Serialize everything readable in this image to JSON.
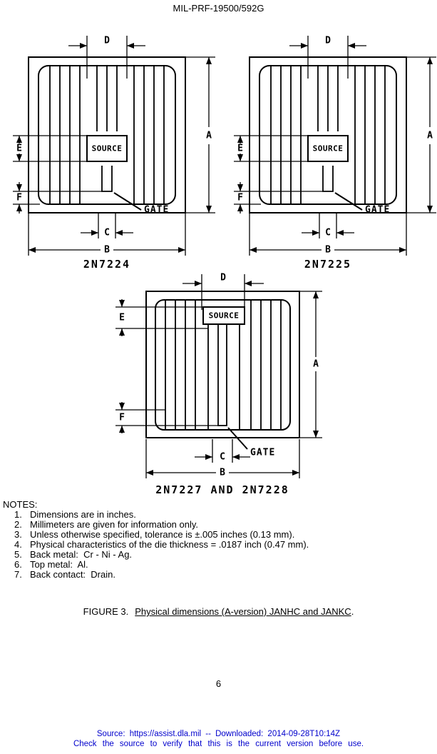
{
  "header": {
    "doc_number": "MIL-PRF-19500/592G"
  },
  "drawing": {
    "source_label": "SOURCE",
    "gate_label": "GATE",
    "dim_labels": {
      "A": "A",
      "B": "B",
      "C": "C",
      "D": "D",
      "E": "E",
      "F": "F"
    }
  },
  "figures": {
    "fig1": {
      "name": "2N7224"
    },
    "fig2": {
      "name": "2N7225"
    },
    "fig3": {
      "name": "2N7227 AND 2N7228"
    }
  },
  "notes": {
    "heading": "NOTES:",
    "numbers": [
      "1.",
      "2.",
      "3.",
      "4.",
      "5.",
      "6.",
      "7."
    ],
    "items": [
      "Dimensions are in inches.",
      "Millimeters are given for information only.",
      "Unless otherwise specified, tolerance is ±.005 inches (0.13 mm).",
      "Physical characteristics of the die thickness = .0187 inch (0.47 mm).",
      "Back metal:  Cr - Ni - Ag.",
      "Top metal:  Al.",
      "Back contact:  Drain."
    ]
  },
  "caption": {
    "label": "FIGURE 3.",
    "underlined": "Physical dimensions (A-version) JANHC and JANKC",
    "period": "."
  },
  "page": {
    "number": "6"
  },
  "footer": {
    "color": "#0000cc",
    "line1": "Source: https://assist.dla.mil -- Downloaded: 2014-09-28T10:14Z",
    "line2": "Check the source to verify that this is the current version before use."
  }
}
